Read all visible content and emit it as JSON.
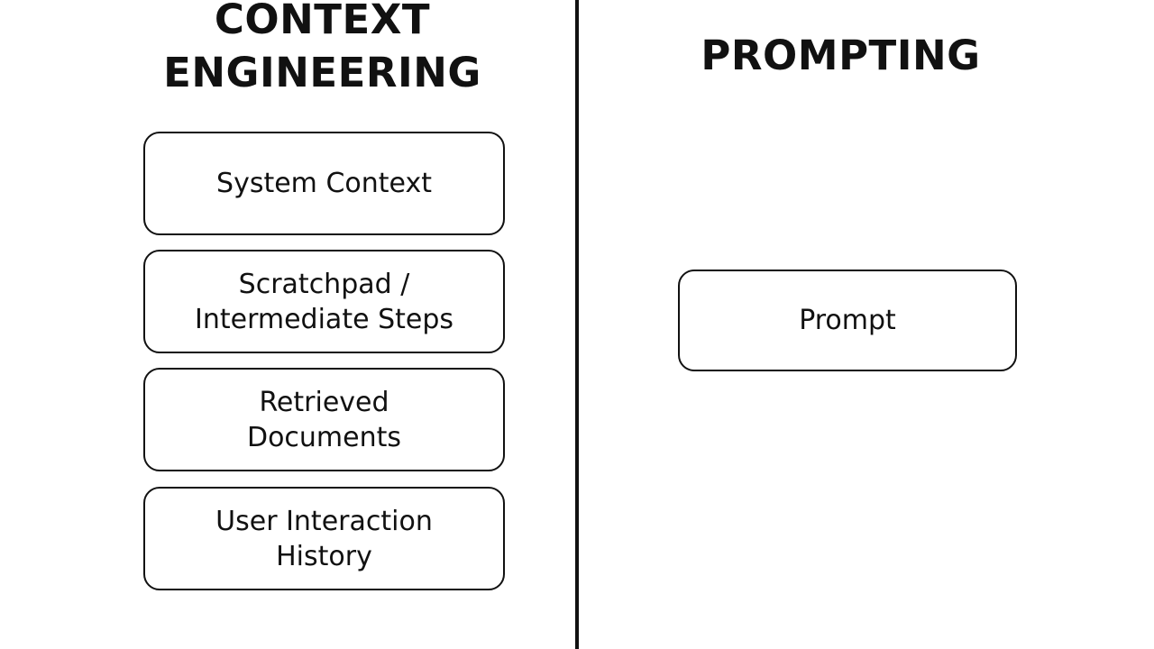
{
  "left_panel": {
    "title_line_1": "CONTEXT",
    "title_line_2": "ENGINEERING",
    "boxes": [
      {
        "line_1": "System Context",
        "line_2": ""
      },
      {
        "line_1": "Scratchpad /",
        "line_2": "Intermediate Steps"
      },
      {
        "line_1": "Retrieved",
        "line_2": "Documents"
      },
      {
        "line_1": "User Interaction",
        "line_2": "History"
      }
    ]
  },
  "right_panel": {
    "title": "PROMPTING",
    "box_label": "Prompt"
  },
  "colors": {
    "ink": "#111111",
    "background": "#ffffff"
  }
}
